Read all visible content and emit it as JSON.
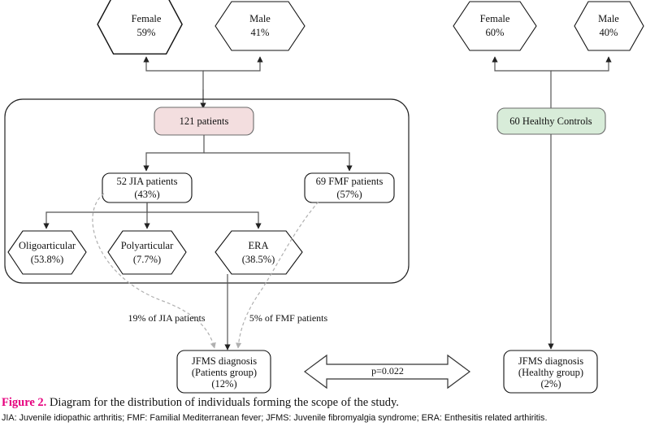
{
  "figure": {
    "number_label": "Figure 2.",
    "caption": "Diagram for the distribution of individuals forming the scope of the study.",
    "abbreviations": "JIA: Juvenile idiopathic arthritis; FMF: Familial Mediterranean fever; JFMS: Juvenile fibromyalgia syndrome; ERA: Enthesitis related arthiritis.",
    "accent_color": "#e6007e"
  },
  "patients_group": {
    "demographics": [
      {
        "label": "Female",
        "value": "59%"
      },
      {
        "label": "Male",
        "value": "41%"
      }
    ],
    "root": {
      "label": "121 patients",
      "fill_color": "#f3dedf"
    },
    "diagnoses": [
      {
        "label": "52 JIA patients",
        "value": "(43%)"
      },
      {
        "label": "69 FMF patients",
        "value": "(57%)"
      }
    ],
    "jia_subtypes": [
      {
        "label": "Oligoarticular",
        "value": "(53.8%)"
      },
      {
        "label": "Polyarticular",
        "value": "(7.7%)"
      },
      {
        "label": "ERA",
        "value": "(38.5%)"
      }
    ],
    "dashed_edge_labels": [
      {
        "label": "19% of JIA patients"
      },
      {
        "label": "5% of FMF patients"
      }
    ],
    "outcome": {
      "line1": "JFMS diagnosis",
      "line2": "(Patients group)",
      "line3": "(12%)"
    }
  },
  "control_group": {
    "demographics": [
      {
        "label": "Female",
        "value": "60%"
      },
      {
        "label": "Male",
        "value": "40%"
      }
    ],
    "root": {
      "label": "60 Healthy Controls",
      "fill_color": "#d8ecd9"
    },
    "outcome": {
      "line1": "JFMS diagnosis",
      "line2": "(Healthy group)",
      "line3": "(2%)"
    }
  },
  "comparison": {
    "p_value": "p=0.022"
  }
}
